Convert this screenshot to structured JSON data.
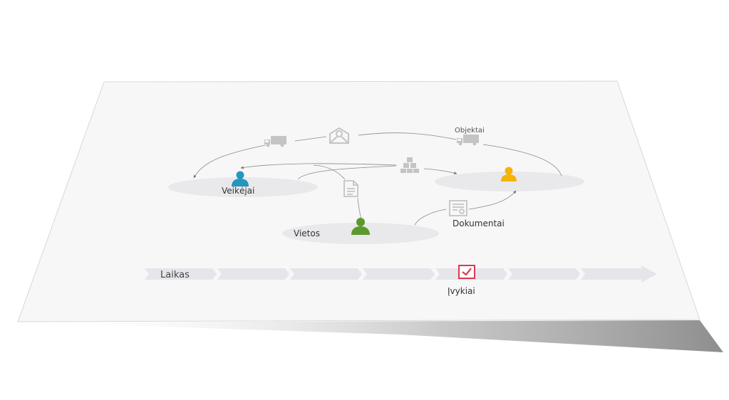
{
  "labels": {
    "actors": "Veikėjai",
    "places": "Vietos",
    "objects": "Objektai",
    "documents": "Dokumentai",
    "time": "Laikas",
    "events": "Įvykiai"
  },
  "colors": {
    "actor_blue": "#2596be",
    "actor_green": "#5a9a2c",
    "actor_yellow": "#f4b400",
    "event_red": "#d9394e",
    "icon_gray": "#c4c4c4",
    "ellipse": "#ebebee",
    "sheet": "#f7f7f8"
  },
  "icons": [
    "truck-icon",
    "mail-icon",
    "boxes-icon",
    "document-icon",
    "certificate-icon",
    "check-icon",
    "person-icon"
  ]
}
